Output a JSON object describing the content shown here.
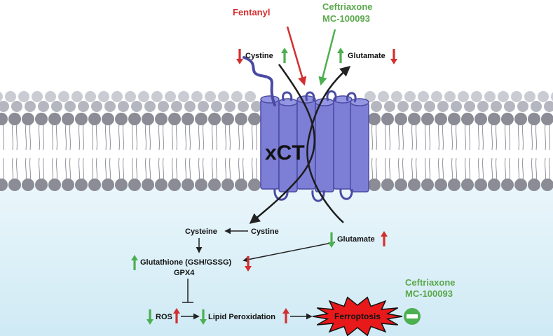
{
  "labels": {
    "fentanyl": "Fentanyl",
    "ceftriaxone_top": "Ceftriaxone",
    "mc_top": "MC-100093",
    "cystine_out": "Cystine",
    "glutamate_out": "Glutamate",
    "xct": "xCT",
    "cysteine": "Cysteine",
    "cystine_in": "Cystine",
    "glutamate_in": "Glutamate",
    "glutathione": "Glutathione (GSH/GSSG)",
    "gpx4": "GPX4",
    "ros": "ROS",
    "lipid_peroxidation": "Lipid Peroxidation",
    "ferroptosis": "Ferroptosis",
    "ceftriaxone_bottom": "Ceftriaxone",
    "mc_bottom": "MC-100093"
  },
  "colors": {
    "red": "#d32f2f",
    "green": "#4caf50",
    "label_green": "#5aa84a",
    "protein": "#7d7ed6",
    "protein_dark": "#4a4aa3",
    "lipid_head": "#8c8c96",
    "lipid_head_back": "#b4b7bf",
    "cytoplasm": "#d6eef8",
    "ferroptosis_fill": "#e8191b",
    "inhibit": "#4caf50",
    "arrow": "#222222"
  },
  "icons": [
    "arrow-up-icon",
    "arrow-down-icon",
    "inhibition-icon",
    "starburst-icon"
  ]
}
